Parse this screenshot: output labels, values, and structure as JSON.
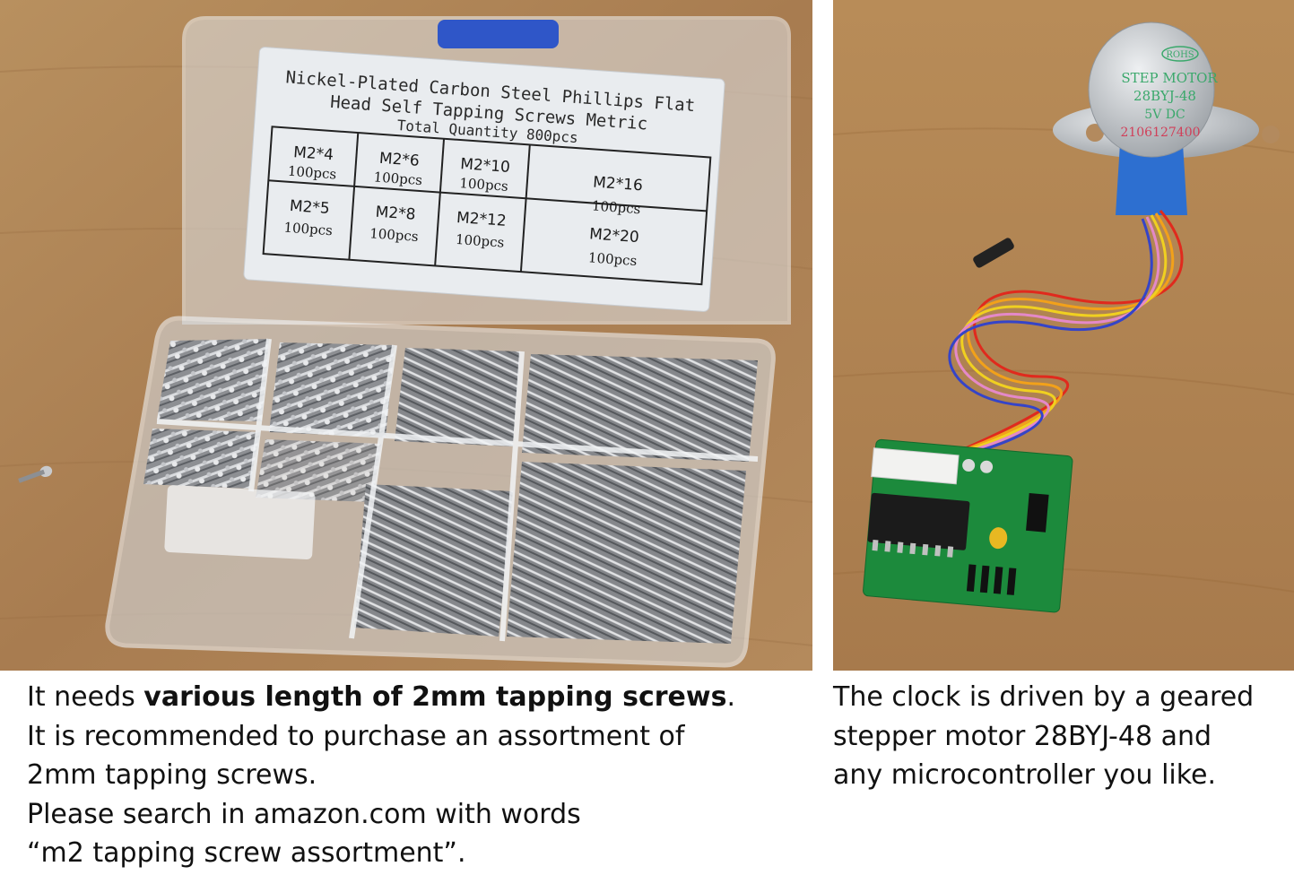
{
  "left_photo": {
    "label": {
      "title_line1": "Nickel-Plated Carbon Steel Phillips Flat",
      "title_line2": "Head Self Tapping Screws Metric",
      "total": "Total Quantity  800pcs",
      "cells": [
        {
          "size": "M2*4",
          "qty": "100pcs"
        },
        {
          "size": "M2*6",
          "qty": "100pcs"
        },
        {
          "size": "M2*10",
          "qty": "100pcs"
        },
        {
          "size": "M2*16",
          "qty": "100pcs"
        },
        {
          "size": "M2*5",
          "qty": "100pcs"
        },
        {
          "size": "M2*8",
          "qty": "100pcs"
        },
        {
          "size": "M2*12",
          "qty": "100pcs"
        },
        {
          "size": "M2*20",
          "qty": "100pcs"
        }
      ]
    }
  },
  "right_photo": {
    "motor_label": {
      "badge": "ROHS",
      "line1": "STEP  MOTOR",
      "line2": "28BYJ-48",
      "line3": "5V   DC",
      "serial": "2106127400"
    }
  },
  "captions": {
    "left": {
      "line1_pre": "It needs ",
      "line1_bold": "various length of 2mm tapping screws",
      "line1_post": ".",
      "line2": "It is recommended to purchase an assortment of",
      "line3": "2mm tapping screws.",
      "line4": "Please search in amazon.com with words",
      "line5": "“m2 tapping screw assortment”."
    },
    "right": {
      "line1": "The clock is driven by a geared",
      "line2": "stepper motor 28BYJ-48 and",
      "line3": "any microcontroller you like."
    }
  },
  "colors": {
    "wood": "#b08458",
    "box_blue": "#2f56c8",
    "pcb_green": "#1c8a3c",
    "motor_blue": "#2d6fd0"
  }
}
